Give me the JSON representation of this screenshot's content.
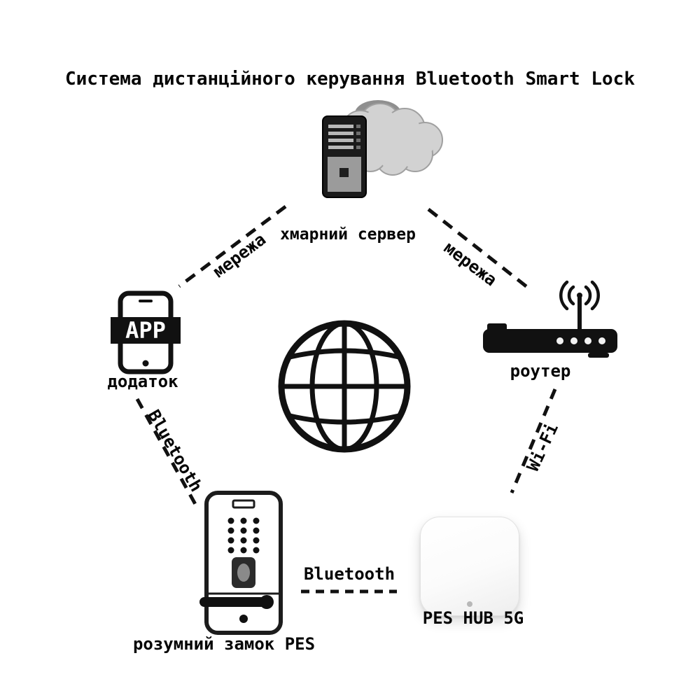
{
  "title": "Система дистанційного керування Bluetooth Smart Lock",
  "nodes": {
    "cloud_server": {
      "label": "хмарний сервер",
      "icon": "cloud-server-icon"
    },
    "app": {
      "label": "додаток",
      "icon_text": "APP",
      "icon": "smartphone-app-icon"
    },
    "router": {
      "label": "роутер",
      "icon": "wifi-router-icon"
    },
    "internet": {
      "icon": "globe-icon"
    },
    "smart_lock": {
      "label": "розумний замок PES",
      "icon": "door-lock-icon"
    },
    "hub": {
      "label": "PES HUB 5G",
      "icon": "hub-icon"
    }
  },
  "edges": {
    "app_cloud": {
      "label": "мережа"
    },
    "cloud_router": {
      "label": "мережа"
    },
    "app_lock": {
      "label": "Bluetooth"
    },
    "router_hub": {
      "label": "Wi-Fi"
    },
    "lock_hub": {
      "label": "Bluetooth"
    }
  },
  "colors": {
    "line": "#111111",
    "text": "#050505",
    "cloud": "#cfcfcf",
    "cloud_shadow": "#8f8f8f",
    "background": "#ffffff"
  }
}
